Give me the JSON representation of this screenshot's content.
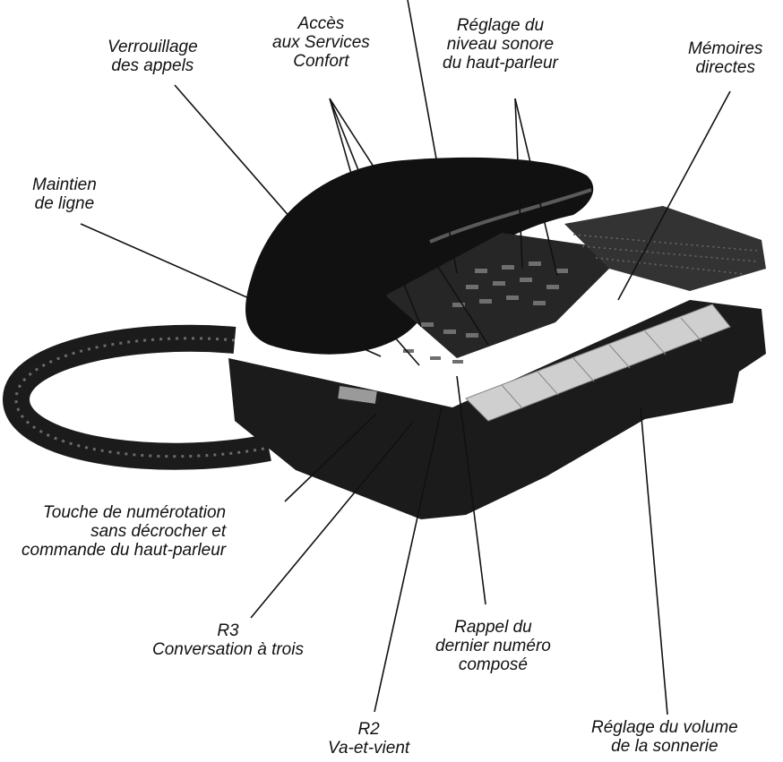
{
  "labels": {
    "verrouillage": [
      "Verrouillage",
      "des appels"
    ],
    "acces": [
      "Accès",
      "aux Services",
      "Confort"
    ],
    "reglage_hp": [
      "Réglage du",
      "niveau sonore",
      "du haut-parleur"
    ],
    "memoires": [
      "Mémoires",
      "directes"
    ],
    "maintien": [
      "Maintien",
      "de ligne"
    ],
    "touche": [
      "Touche de numérotation",
      "sans décrocher et",
      "commande du haut-parleur"
    ],
    "r3": [
      "R3",
      "Conversation à trois"
    ],
    "rappel": [
      "Rappel du",
      "dernier numéro",
      "composé"
    ],
    "r2": [
      "R2",
      "Va-et-vient"
    ],
    "sonnerie": [
      "Réglage du volume",
      "de la sonnerie"
    ]
  },
  "colors": {
    "ink": "#111111",
    "body": "#1b1b1b",
    "highlight": "#5a5a5a",
    "keys": "#cfcfcf"
  }
}
